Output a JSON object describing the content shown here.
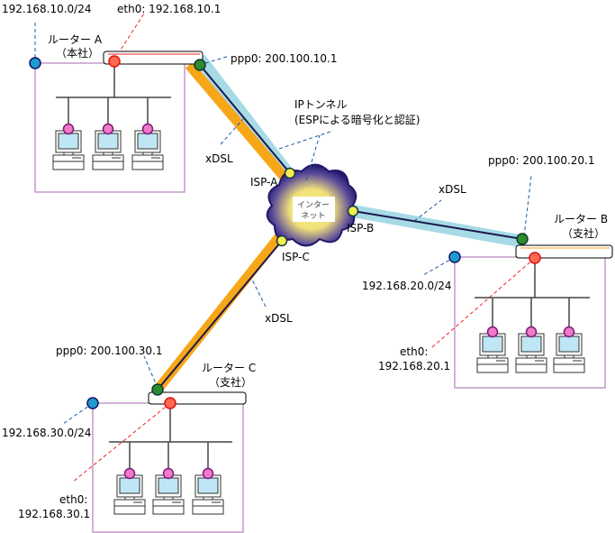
{
  "colors": {
    "lan_box": "#c49ac9",
    "isp_line": "#a6dbe6",
    "local_line": "#f5a718",
    "tunnel_line": "#1c1850",
    "router_dot": "#ff6a50",
    "ppp_dot": "#2e8a2e",
    "net_dot": "#1e9ccc",
    "isp_dot": "#f4ee50",
    "pc_dot": "#f07ac8"
  },
  "tunnel": {
    "line1": "IPトンネル",
    "line2": "(ESPによる暗号化と認証)"
  },
  "internet": {
    "line1": "インター",
    "line2": "ネット"
  },
  "isp": {
    "a": "ISP-A",
    "b": "ISP-B",
    "c": "ISP-C"
  },
  "xdsl": "xDSL",
  "site_a": {
    "name": "ルーター A",
    "type": "（本社）",
    "net": "192.168.10.0/24",
    "eth0": "eth0: 192.168.10.1",
    "ppp0": "ppp0: 200.100.10.1"
  },
  "site_b": {
    "name": "ルーター B",
    "type": "（支社）",
    "net": "192.168.20.0/24",
    "eth0_label": "eth0:",
    "eth0": "192.168.20.1",
    "ppp0": "ppp0: 200.100.20.1"
  },
  "site_c": {
    "name": "ルーター C",
    "type": "（支社）",
    "net": "192.168.30.0/24",
    "eth0_label": "eth0:",
    "eth0": "192.168.30.1",
    "ppp0": "ppp0: 200.100.30.1"
  }
}
